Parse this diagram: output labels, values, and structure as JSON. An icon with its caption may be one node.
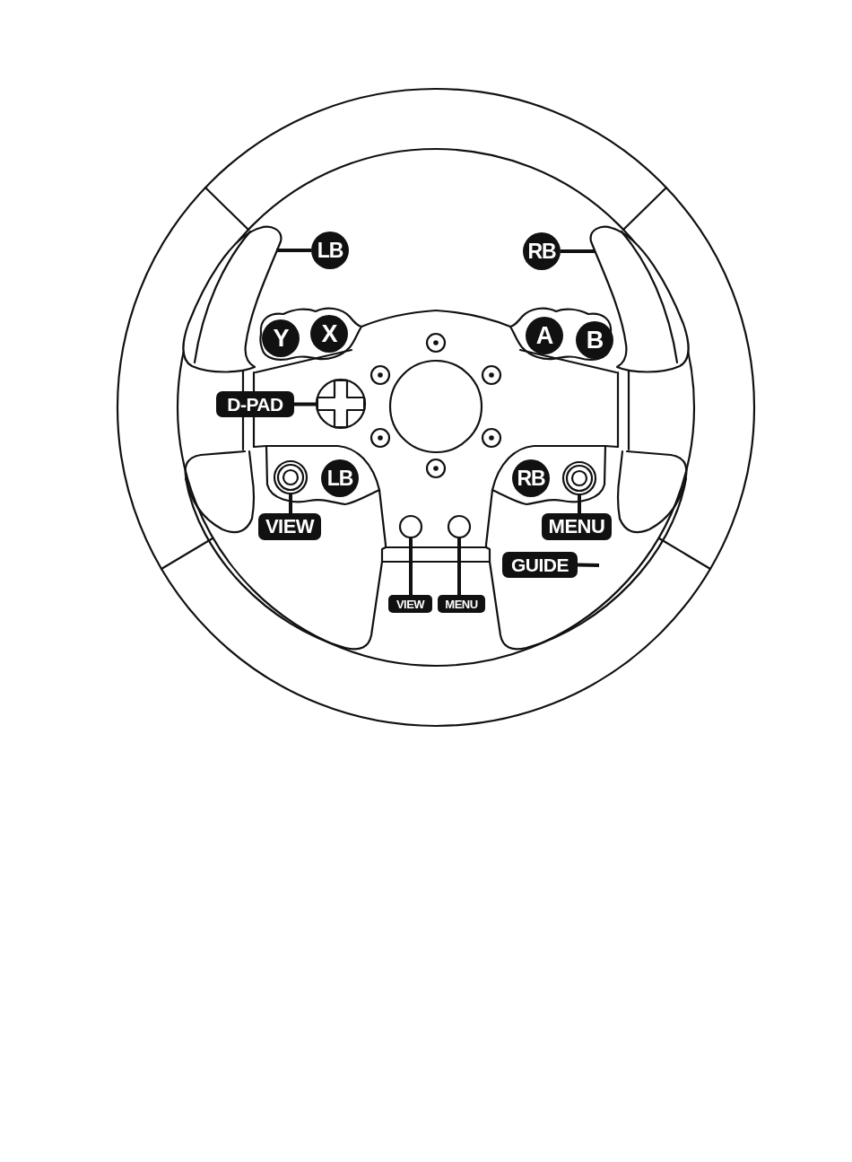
{
  "diagram": {
    "nodes": [
      {
        "text": [
          "LB"
        ]
      },
      {
        "text": [],
        "shape": "paddle"
      },
      {
        "text": [
          "RB"
        ]
      },
      {
        "text": [],
        "shape": "paddle"
      },
      {
        "text": [
          "Y"
        ]
      },
      {
        "text": [
          "X"
        ]
      },
      {
        "text": [
          "A"
        ]
      },
      {
        "text": [
          "B"
        ]
      },
      {
        "text": [
          "D-PAD"
        ]
      },
      {
        "text": [],
        "shape": "cross"
      },
      {
        "text": [],
        "shape": "circle"
      },
      {
        "text": [
          "LB"
        ]
      },
      {
        "text": [
          "RB"
        ]
      },
      {
        "text": [],
        "shape": "circle"
      },
      {
        "text": [
          "VIEW"
        ]
      },
      {
        "text": [
          "MENU"
        ]
      },
      {
        "text": [],
        "shape": "circle"
      },
      {
        "text": [],
        "shape": "circle"
      },
      {
        "text": [
          "GUIDE"
        ]
      },
      {
        "text": [
          "VIEW"
        ]
      },
      {
        "text": [
          "MENU"
        ]
      }
    ],
    "edges": [
      {
        "from": 0,
        "to": 1,
        "arrow": "none"
      },
      {
        "from": 2,
        "to": 3,
        "arrow": "none"
      },
      {
        "from": 8,
        "to": 9,
        "arrow": "none"
      },
      {
        "from": 14,
        "to": 10,
        "arrow": "none"
      },
      {
        "from": 15,
        "to": 13,
        "arrow": "none"
      },
      {
        "from": 18,
        "to": null,
        "arrow": "none"
      },
      {
        "from": 19,
        "to": 16,
        "arrow": "none"
      },
      {
        "from": 20,
        "to": 17,
        "arrow": "none"
      }
    ]
  }
}
